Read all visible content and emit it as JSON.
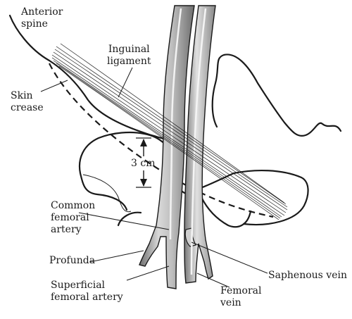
{
  "labels": {
    "anterior_spine": [
      "Anterior",
      "spine"
    ],
    "inguinal_ligament": [
      "Inguinal",
      "ligament"
    ],
    "skin_crease": [
      "Skin",
      "crease"
    ],
    "distance": "3 cm",
    "common_femoral_artery": [
      "Common",
      "femoral",
      "artery"
    ],
    "profunda": "Profunda",
    "superficial_femoral_artery": [
      "Superficial",
      "femoral artery"
    ],
    "saphenous_vein": "Saphenous vein",
    "femoral_vein": [
      "Femoral",
      "vein"
    ]
  },
  "colors": {
    "ink": "#1a1a1a",
    "vessel_light": "#d4d4d4",
    "vessel_mid": "#a8a8a8",
    "vessel_dark": "#6e6e6e"
  }
}
